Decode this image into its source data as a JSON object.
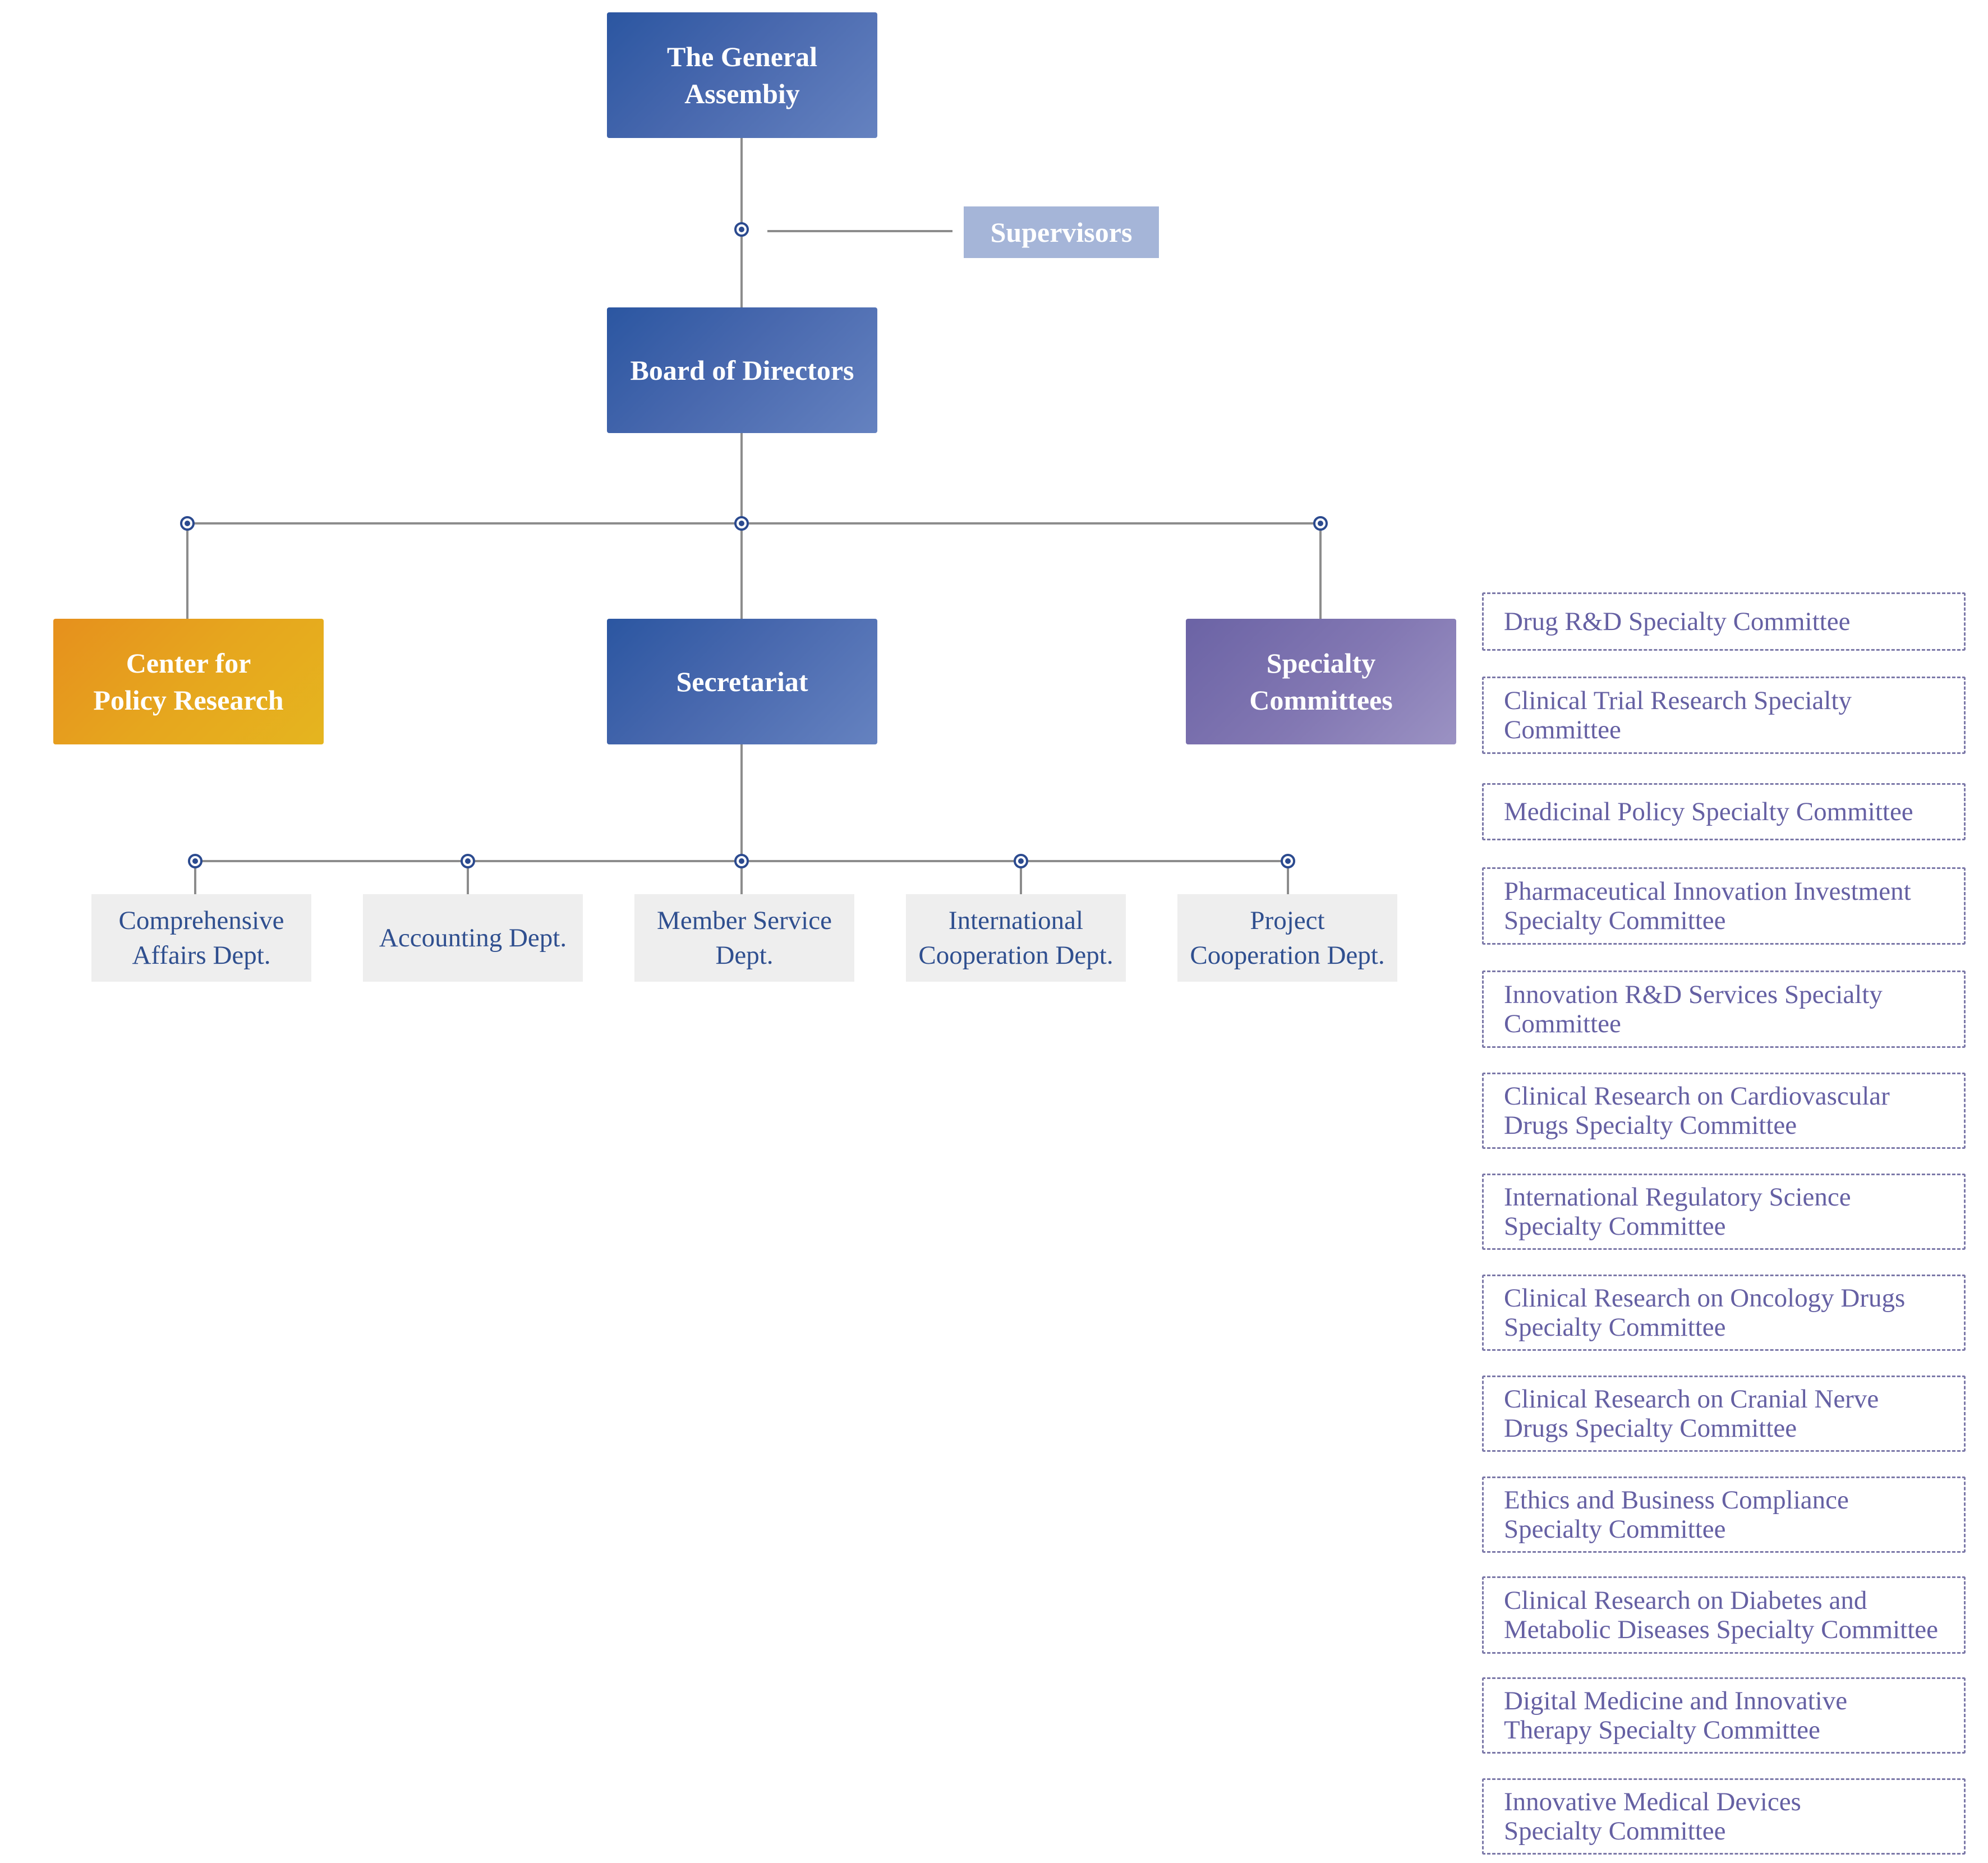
{
  "general_assembly": {
    "label": "The General\nAssembiy"
  },
  "supervisors": {
    "label": "Supervisors"
  },
  "board": {
    "label": "Board of Directors"
  },
  "policy_center": {
    "label": "Center for\nPolicy Research"
  },
  "secretariat": {
    "label": "Secretariat"
  },
  "specialty": {
    "label": "Specialty\nCommittees"
  },
  "departments": [
    {
      "label": "Comprehensive\nAffairs Dept."
    },
    {
      "label": "Accounting Dept."
    },
    {
      "label": "Member Service\nDept."
    },
    {
      "label": "International\nCooperation Dept."
    },
    {
      "label": "Project\nCooperation Dept."
    }
  ],
  "committees": [
    {
      "label": "Drug R&D Specialty Committee"
    },
    {
      "label": "Clinical Trial Research Specialty\nCommittee"
    },
    {
      "label": "Medicinal Policy Specialty Committee"
    },
    {
      "label": "Pharmaceutical Innovation Investment\nSpecialty Committee"
    },
    {
      "label": "Innovation R&D Services Specialty\nCommittee"
    },
    {
      "label": "Clinical Research on Cardiovascular\nDrugs Specialty Committee"
    },
    {
      "label": "International Regulatory Science\nSpecialty Committee"
    },
    {
      "label": "Clinical Research on Oncology Drugs\nSpecialty Committee"
    },
    {
      "label": "Clinical Research on Cranial Nerve\nDrugs Specialty Committee"
    },
    {
      "label": "Ethics and Business Compliance\nSpecialty Committee"
    },
    {
      "label": "Clinical Research on Diabetes and\nMetabolic Diseases Specialty Committee"
    },
    {
      "label": "Digital Medicine and Innovative\nTherapy Specialty Committee"
    },
    {
      "label": "Innovative Medical Devices\nSpecialty Committee"
    }
  ],
  "colors": {
    "connector": "#8c8c8c",
    "node_dot": "#2b4a8f",
    "primary_blue": "#2b56a1",
    "orange": "#e6a01e",
    "purple": "#7b70ad",
    "supervisor_box": "#a5b5d8"
  }
}
